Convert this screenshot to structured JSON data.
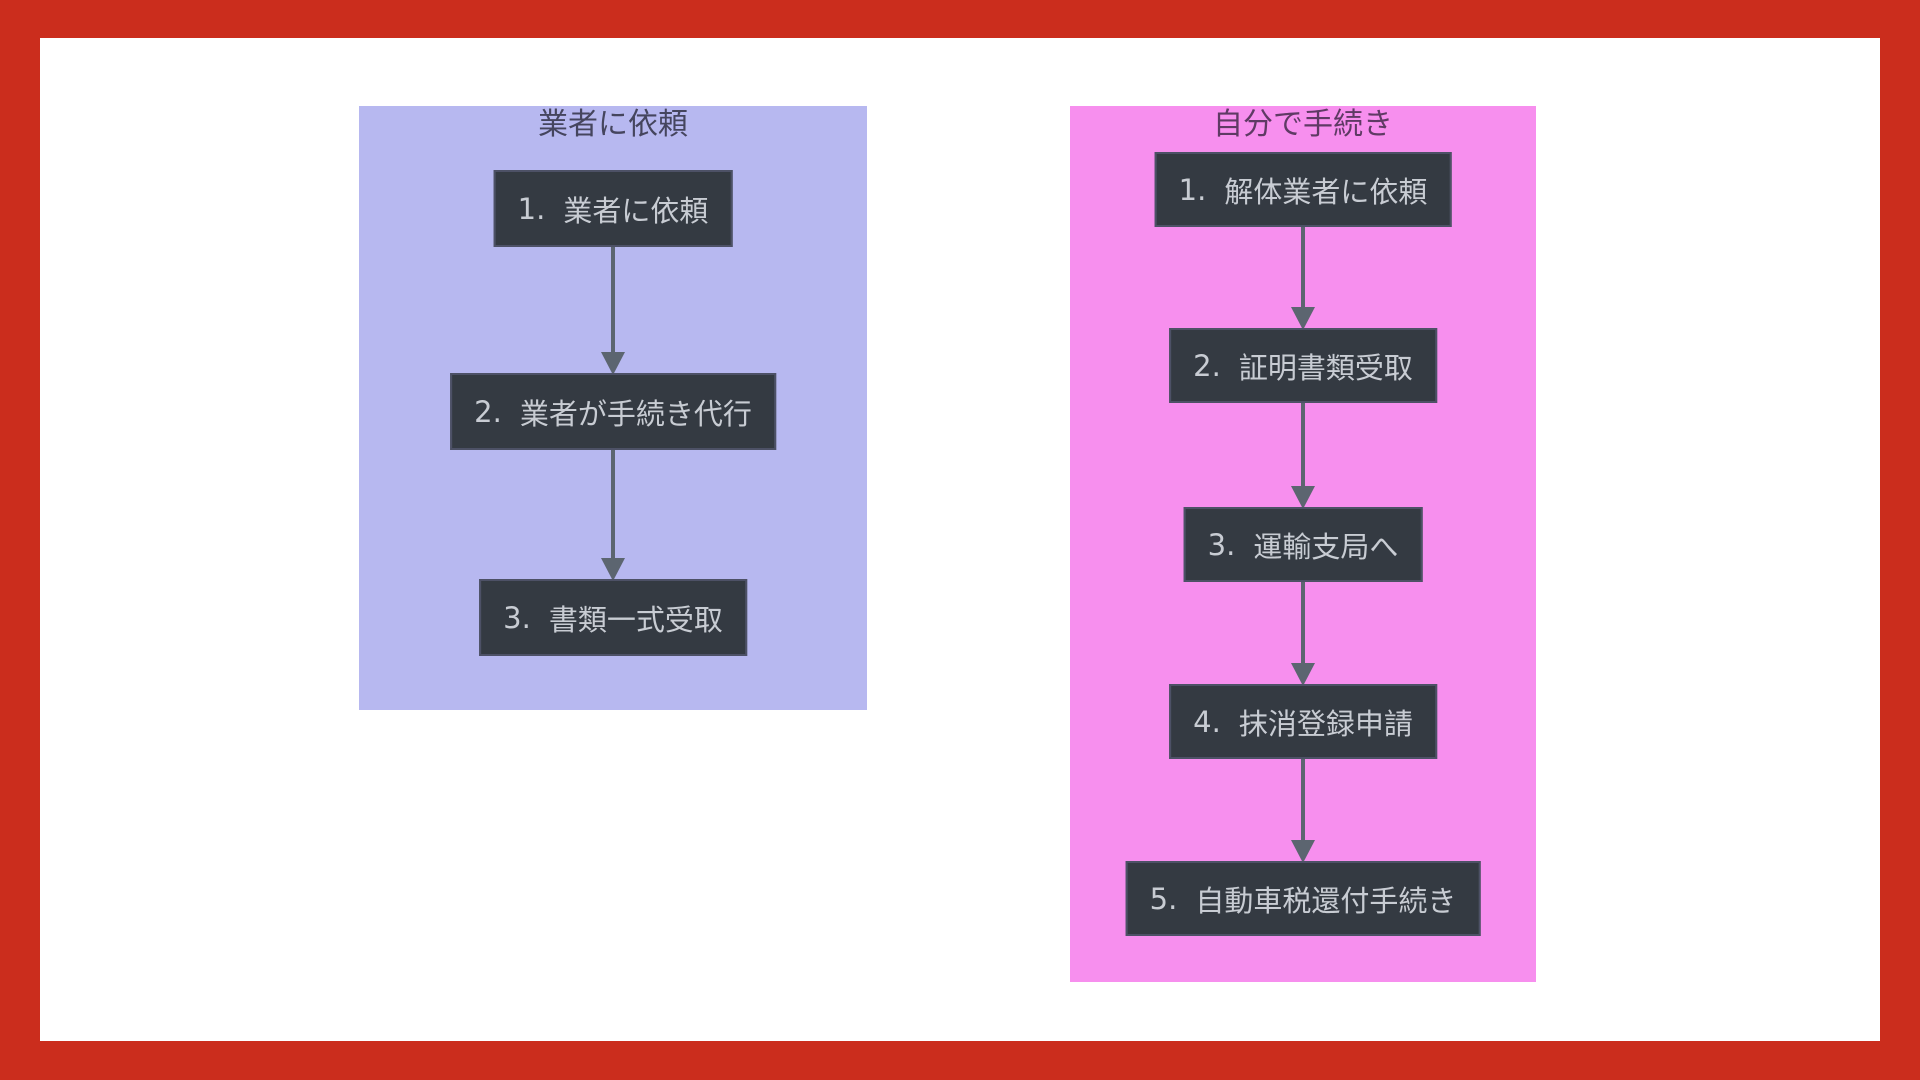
{
  "colors": {
    "frame_red": "#cb2d1d",
    "canvas_white": "#ffffff",
    "node_fill": "#343a42",
    "node_border": "#4d5166",
    "node_text": "#c8ccd3",
    "arrow": "#5c6570"
  },
  "flowchart": {
    "columns": [
      {
        "id": "contractor",
        "title": "業者に依頼",
        "title_color": "#45455e",
        "bg_color": "#b7b8f0",
        "nodes": [
          {
            "num": "1.",
            "label": "業者に依頼"
          },
          {
            "num": "2.",
            "label": "業者が手続き代行"
          },
          {
            "num": "3.",
            "label": "書類一式受取"
          }
        ]
      },
      {
        "id": "self",
        "title": "自分で手続き",
        "title_color": "#5f3a64",
        "bg_color": "#f78fee",
        "nodes": [
          {
            "num": "1.",
            "label": "解体業者に依頼"
          },
          {
            "num": "2.",
            "label": "証明書類受取"
          },
          {
            "num": "3.",
            "label": "運輸支局へ"
          },
          {
            "num": "4.",
            "label": "抹消登録申請"
          },
          {
            "num": "5.",
            "label": "自動車税還付手続き"
          }
        ]
      }
    ]
  }
}
